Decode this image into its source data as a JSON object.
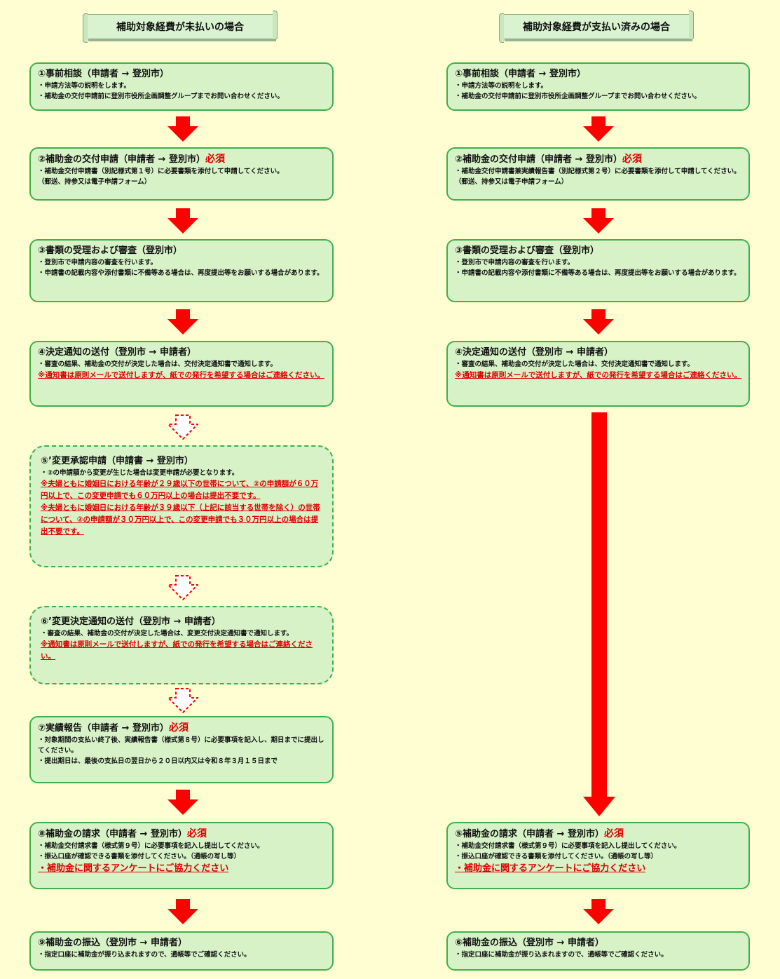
{
  "colors": {
    "background": "#fefed2",
    "box_fill": "#d6f2c6",
    "box_border": "#3fb04a",
    "arrow": "#ff0000",
    "required": "#e00000"
  },
  "left": {
    "header": "補助対象経費が未払いの場合",
    "s1": {
      "title": "①事前相談（申請者 → 登別市）",
      "l1": "・申請方法等の説明をします。",
      "l2": "・補助金の交付申請前に登別市役所企画調整グループまでお問い合わせください。"
    },
    "s2": {
      "title": "②補助金の交付申請（申請者 → 登別市）",
      "required": "必須",
      "l1": "・補助金交付申請書（別記様式第１号）に必要書類を添付して申請してください。",
      "l2": "（郵送、持参又は電子申請フォーム）"
    },
    "s3": {
      "title": "③書類の受理および審査（登別市）",
      "l1": "・登別市で申請内容の審査を行います。",
      "l2": "・申請書の記載内容や添付書類に不備等ある場合は、再度提出等をお願いする場合があります。"
    },
    "s4": {
      "title": "④決定通知の送付（登別市 → 申請者）",
      "l1": "・審査の結果、補助金の交付が決定した場合は、交付決定通知書で通知します。",
      "note": "※通知書は原則メールで送付しますが、紙での発行を希望する場合はご連絡ください。"
    },
    "s5": {
      "title": "⑤’変更承認申請（申請書 → 登別市）",
      "l1": "・②の申請額から変更が生じた場合は変更申請が必要となります。",
      "note1": "※夫婦ともに婚姻日における年齢が２９歳以下の世帯について、②の申請額が６０万円以上で、この変更申請でも６０万円以上の場合は提出不要です。",
      "note2": "※夫婦ともに婚姻日における年齢が３９歳以下（上記に該当する世帯を除く）の世帯について、②の申請額が３０万円以上で、この変更申請でも３０万円以上の場合は提出不要です。"
    },
    "s6": {
      "title": "⑥’変更決定通知の送付（登別市 → 申請者）",
      "l1": "・審査の結果、補助金の交付が決定した場合は、変更交付決定通知書で通知します。",
      "note": "※通知書は原則メールで送付しますが、紙での発行を希望する場合はご連絡ください。"
    },
    "s7": {
      "title": "⑦実績報告（申請者 → 登別市）",
      "required": "必須",
      "l1": "・対象期間の支払い終了後、実績報告書（様式第８号）に必要事項を記入し、期日までに提出してください。",
      "l2": "・提出期日は、最後の支払日の翌日から２０日以内又は令和８年３月１５日まで"
    },
    "s8": {
      "title": "⑧補助金の請求（申請者 → 登別市）",
      "required": "必須",
      "l1": "・補助金交付請求書（様式第９号）に必要事項を記入し提出してください。",
      "l2": "・振込口座が確認できる書類を添付してください。（通帳の写し等）",
      "survey": "・補助金に関するアンケートにご協力ください"
    },
    "s9": {
      "title": "⑨補助金の振込（登別市 → 申請者）",
      "l1": "・指定口座に補助金が振り込まれますので、通帳等でご確認ください。"
    }
  },
  "right": {
    "header": "補助対象経費が支払い済みの場合",
    "s1": {
      "title": "①事前相談（申請者 → 登別市）",
      "l1": "・申請方法等の説明をします。",
      "l2": "・補助金の交付申請前に登別市役所企画調整グループまでお問い合わせください。"
    },
    "s2": {
      "title": "②補助金の交付申請（申請者 → 登別市）",
      "required": "必須",
      "l1": "・補助金交付申請書兼実績報告書（別記様式第２号）に必要書類を添付して申請してください。（郵送、持参又は電子申請フォーム）"
    },
    "s3": {
      "title": "③書類の受理および審査（登別市）",
      "l1": "・登別市で申請内容の審査を行います。",
      "l2": "・申請書の記載内容や添付書類に不備等ある場合は、再度提出等をお願いする場合があります。"
    },
    "s4": {
      "title": "④決定通知の送付（登別市 → 申請者）",
      "l1": "・審査の結果、補助金の交付が決定した場合は、交付決定通知書で通知します。",
      "note": "※通知書は原則メールで送付しますが、紙での発行を希望する場合はご連絡ください。"
    },
    "s5": {
      "title": "⑤補助金の請求（申請者 → 登別市）",
      "required": "必須",
      "l1": "・補助金交付請求書（様式第９号）に必要事項を記入し提出してください。",
      "l2": "・振込口座が確認できる書類を添付してください。（通帳の写し等）",
      "survey": "・補助金に関するアンケートにご協力ください"
    },
    "s6": {
      "title": "⑥補助金の振込（登別市 → 申請者）",
      "l1": "・指定口座に補助金が振り込まれますので、通帳等でご確認ください。"
    }
  }
}
